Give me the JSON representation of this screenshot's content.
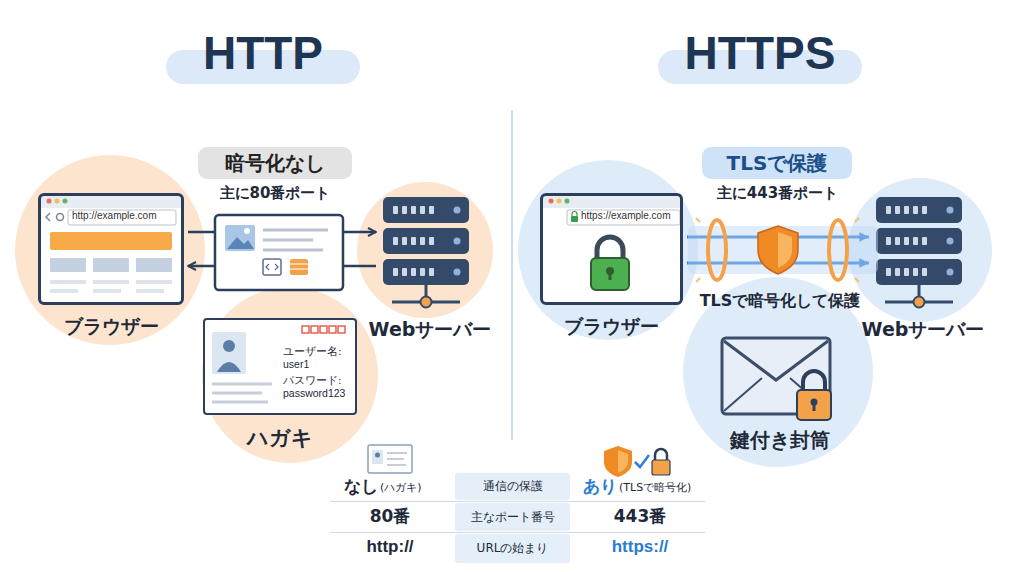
{
  "diagram": {
    "nodes": [
      {
        "text": [
          "HTTP"
        ]
      },
      {
        "text": [
          "HTTPS"
        ]
      },
      {
        "text": [
          "暗号化なし"
        ]
      },
      {
        "text": [
          "http://example.com",
          "ブラウザー"
        ]
      },
      {
        "text": [
          "Webサーバー"
        ]
      },
      {
        "text": [
          "ユーザー名:",
          "user1",
          "パスワード:",
          "password123",
          "ハガキ"
        ]
      },
      {
        "text": [
          "TLSで保護"
        ]
      },
      {
        "text": [
          "https://example.com",
          "ブラウザー"
        ]
      },
      {
        "text": [
          "Webサーバー"
        ]
      },
      {
        "text": [
          "鍵付き封筒"
        ]
      }
    ],
    "edges": [
      {
        "from": 3,
        "to": 4,
        "arrow": "to"
      },
      {
        "from": 4,
        "to": 3,
        "arrow": "to"
      },
      {
        "from": 7,
        "to": 8,
        "arrow": "to"
      },
      {
        "from": 7,
        "to": 8,
        "arrow": "to",
        "label": "TLSで暗号化して保護"
      }
    ],
    "labels": [
      "主に80番ポート",
      "主に443番ポート",
      "なし",
      "(ハガキ)",
      "通信の保護",
      "あり",
      "(TLSで暗号化)",
      "80番",
      "主なポート番号",
      "443番",
      "http://",
      "URLの始まり",
      "https://"
    ]
  }
}
